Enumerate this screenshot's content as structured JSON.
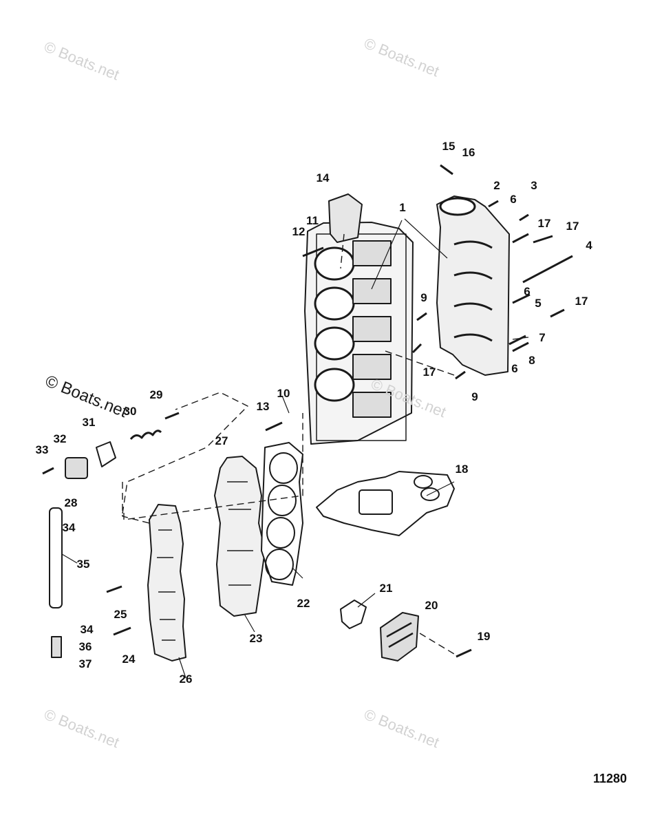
{
  "watermarks": [
    {
      "text": "© Boats.net"
    },
    {
      "text": "© Boats.net"
    },
    {
      "text": "© Boats.net"
    },
    {
      "text": "© Boats.net"
    },
    {
      "text": "© Boats.net"
    },
    {
      "text": "© Boats.net"
    }
  ],
  "figure_number": "11280",
  "callouts": [
    {
      "num": "1"
    },
    {
      "num": "2"
    },
    {
      "num": "3"
    },
    {
      "num": "4"
    },
    {
      "num": "5"
    },
    {
      "num": "6"
    },
    {
      "num": "6"
    },
    {
      "num": "6"
    },
    {
      "num": "7"
    },
    {
      "num": "8"
    },
    {
      "num": "9"
    },
    {
      "num": "9"
    },
    {
      "num": "10"
    },
    {
      "num": "11"
    },
    {
      "num": "12"
    },
    {
      "num": "13"
    },
    {
      "num": "14"
    },
    {
      "num": "15"
    },
    {
      "num": "16"
    },
    {
      "num": "17"
    },
    {
      "num": "17"
    },
    {
      "num": "17"
    },
    {
      "num": "17"
    },
    {
      "num": "18"
    },
    {
      "num": "19"
    },
    {
      "num": "20"
    },
    {
      "num": "21"
    },
    {
      "num": "22"
    },
    {
      "num": "23"
    },
    {
      "num": "24"
    },
    {
      "num": "25"
    },
    {
      "num": "26"
    },
    {
      "num": "27"
    },
    {
      "num": "28"
    },
    {
      "num": "29"
    },
    {
      "num": "30"
    },
    {
      "num": "31"
    },
    {
      "num": "32"
    },
    {
      "num": "33"
    },
    {
      "num": "34"
    },
    {
      "num": "34"
    },
    {
      "num": "35"
    },
    {
      "num": "36"
    },
    {
      "num": "37"
    }
  ]
}
